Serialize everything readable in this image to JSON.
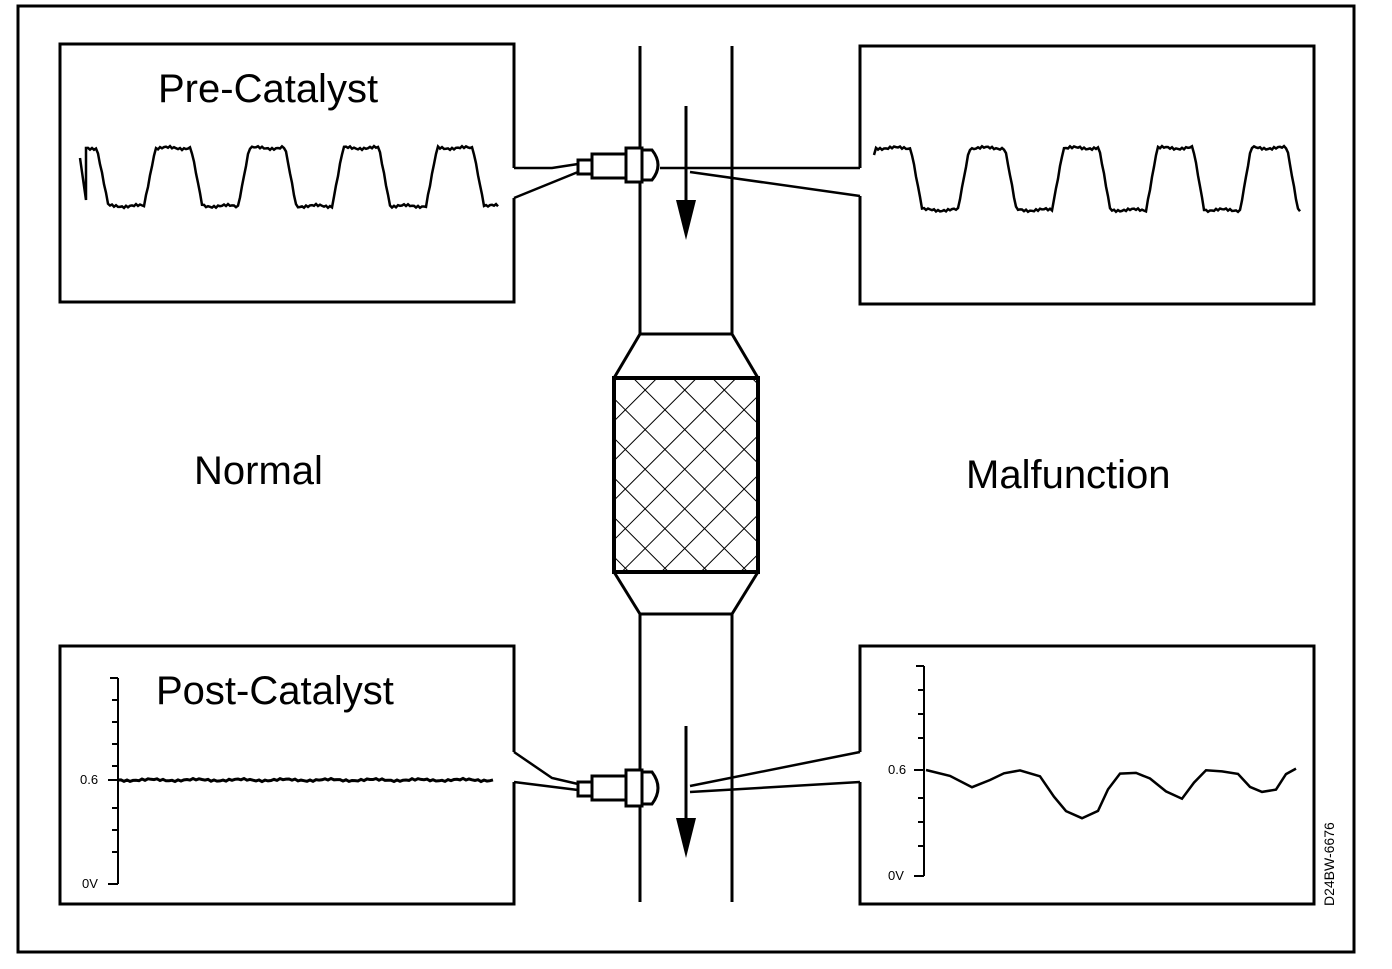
{
  "labels": {
    "pre_catalyst": "Pre-Catalyst",
    "post_catalyst": "Post-Catalyst",
    "normal": "Normal",
    "malfunction": "Malfunction",
    "figure_code": "D24BW-6676"
  },
  "scale": {
    "left_high": "0.6",
    "left_low": "0V",
    "right_high": "0.6",
    "right_low": "0V"
  }
}
